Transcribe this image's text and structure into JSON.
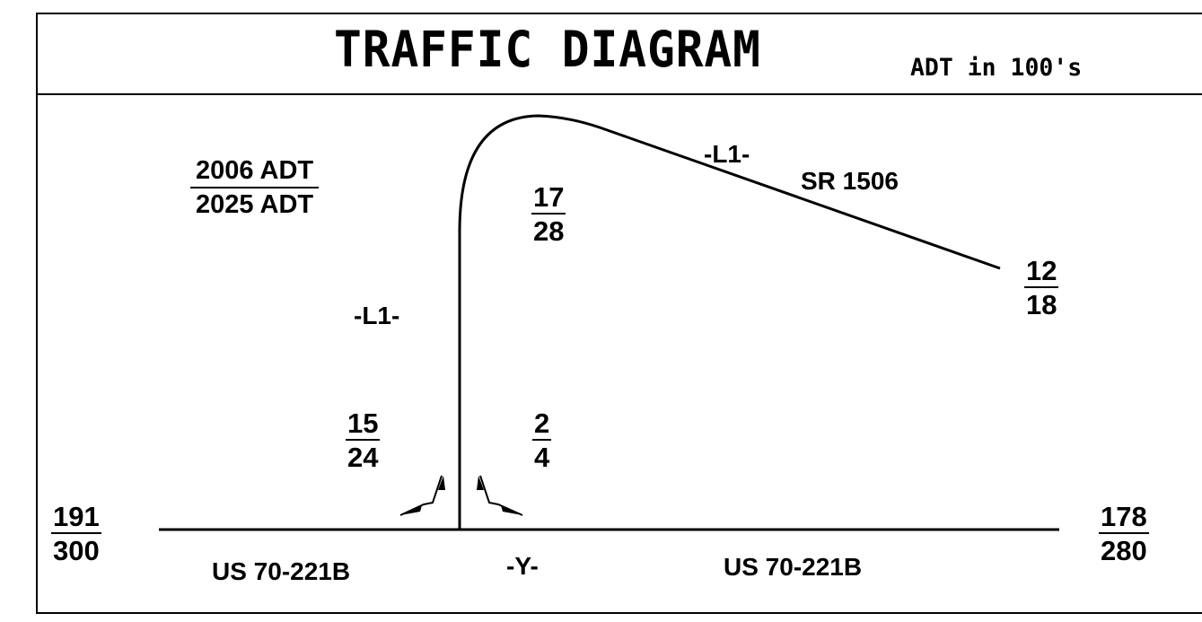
{
  "title": "TRAFFIC DIAGRAM",
  "subtitle": "ADT in 100's",
  "legend": {
    "top": "2006 ADT",
    "bottom": "2025 ADT"
  },
  "roads": {
    "mainline": "US 70-221B",
    "mainline_right": "US 70-221B",
    "mainline_alignment": "-Y-",
    "side_road_alignment": "-L1-",
    "side_road_alignment_curve": "-L1-",
    "side_road_name": "SR 1506"
  },
  "volumes": {
    "west_end": {
      "y2006": "191",
      "y2025": "300"
    },
    "east_end": {
      "y2006": "178",
      "y2025": "280"
    },
    "sr1506_curve": {
      "y2006": "17",
      "y2025": "28"
    },
    "sr1506_east": {
      "y2006": "12",
      "y2025": "18"
    },
    "left_turn": {
      "y2006": "15",
      "y2025": "24"
    },
    "right_turn": {
      "y2006": "2",
      "y2025": "4"
    }
  },
  "colors": {
    "ink": "#000000",
    "background": "#ffffff"
  },
  "icons": [
    "left-turn-arrow-icon",
    "right-turn-arrow-icon"
  ]
}
